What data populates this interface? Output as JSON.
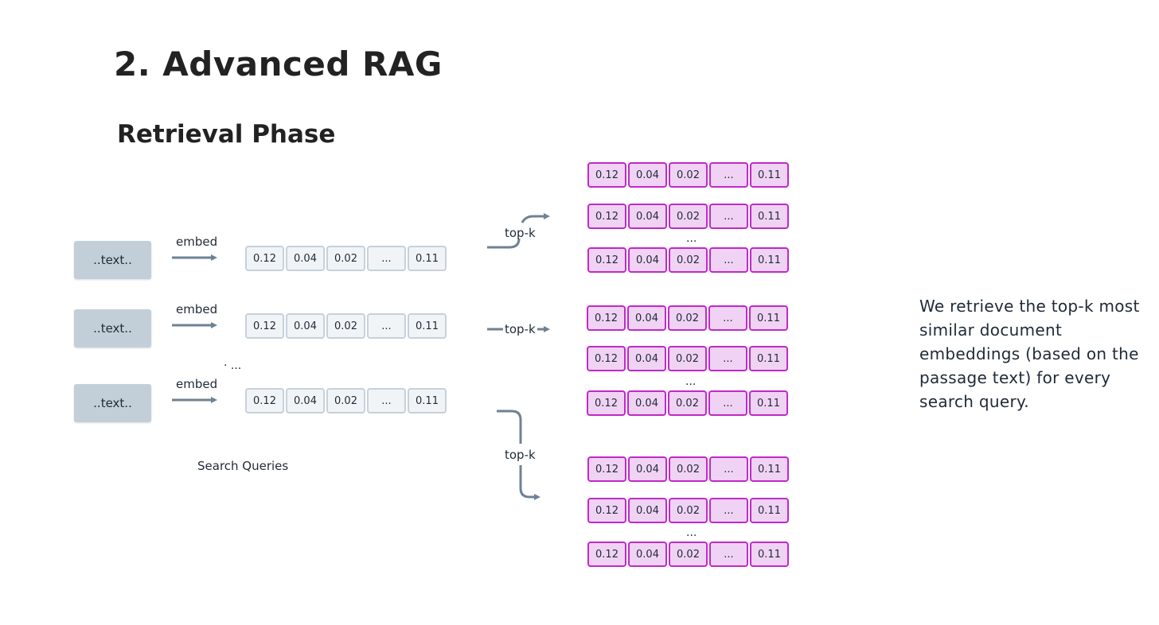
{
  "title": "2. Advanced RAG",
  "subtitle": "Retrieval Phase",
  "queries": [
    {
      "text": "..text..",
      "embed_label": "embed",
      "vector": [
        "0.12",
        "0.04",
        "0.02",
        "...",
        "0.11"
      ]
    },
    {
      "text": "..text..",
      "embed_label": "embed",
      "vector": [
        "0.12",
        "0.04",
        "0.02",
        "...",
        "0.11"
      ]
    },
    {
      "text": "..text..",
      "embed_label": "embed",
      "vector": [
        "0.12",
        "0.04",
        "0.02",
        "...",
        "0.11"
      ]
    }
  ],
  "queries_ellipsis": "· ...",
  "queries_caption": "Search Queries",
  "topk_label": "top-k",
  "doc_groups": [
    {
      "vectors": [
        [
          "0.12",
          "0.04",
          "0.02",
          "...",
          "0.11"
        ],
        [
          "0.12",
          "0.04",
          "0.02",
          "...",
          "0.11"
        ],
        [
          "0.12",
          "0.04",
          "0.02",
          "...",
          "0.11"
        ]
      ],
      "ellipsis": "..."
    },
    {
      "vectors": [
        [
          "0.12",
          "0.04",
          "0.02",
          "...",
          "0.11"
        ],
        [
          "0.12",
          "0.04",
          "0.02",
          "...",
          "0.11"
        ],
        [
          "0.12",
          "0.04",
          "0.02",
          "...",
          "0.11"
        ]
      ],
      "ellipsis": "..."
    },
    {
      "vectors": [
        [
          "0.12",
          "0.04",
          "0.02",
          "...",
          "0.11"
        ],
        [
          "0.12",
          "0.04",
          "0.02",
          "...",
          "0.11"
        ],
        [
          "0.12",
          "0.04",
          "0.02",
          "...",
          "0.11"
        ]
      ],
      "ellipsis": "..."
    }
  ],
  "description": "We retrieve the top-k most similar document embeddings (based on the passage text) for every search query.",
  "colors": {
    "arrow": "#6e8294",
    "query_box": "#c3cfd8",
    "doc_border": "#c029c9",
    "doc_fill": "#f0d3f4"
  }
}
